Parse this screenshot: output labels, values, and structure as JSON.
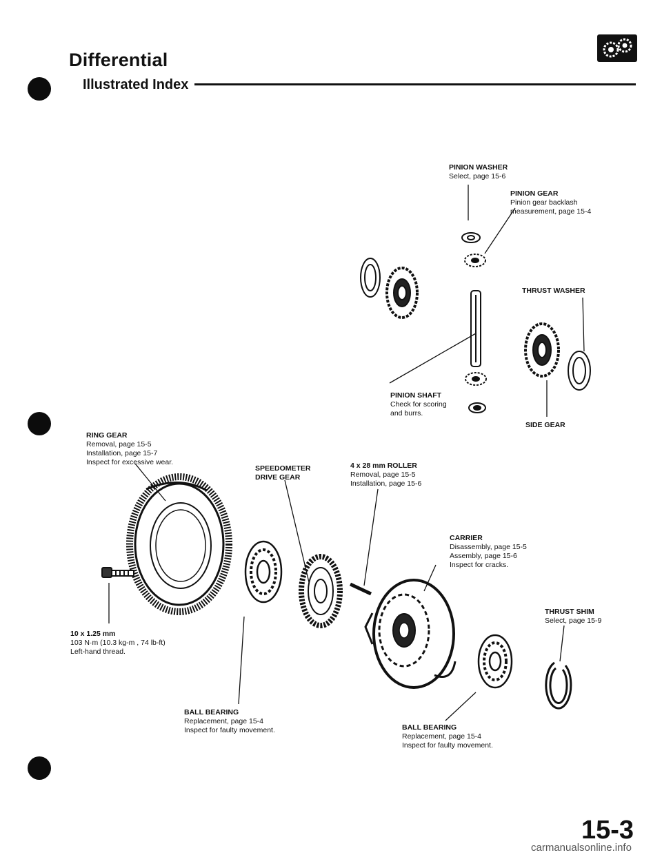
{
  "header": {
    "title": "Differential",
    "subtitle": "Illustrated Index"
  },
  "logo": {
    "icon": "transmission-gears-icon"
  },
  "labels": {
    "pinion_washer": {
      "heading": "PINION WASHER",
      "lines": [
        "Select, page 15-6"
      ]
    },
    "pinion_gear": {
      "heading": "PINION GEAR",
      "lines": [
        "Pinion gear backlash",
        "measurement, page 15-4"
      ]
    },
    "thrust_washer": {
      "heading": "THRUST WASHER",
      "lines": []
    },
    "pinion_shaft": {
      "heading": "PINION SHAFT",
      "lines": [
        "Check for scoring",
        "and burrs."
      ]
    },
    "side_gear": {
      "heading": "SIDE GEAR",
      "lines": []
    },
    "ring_gear": {
      "heading": "RING GEAR",
      "lines": [
        "Removal, page 15-5",
        "Installation, page 15-7",
        "Inspect for excessive wear."
      ]
    },
    "speedometer": {
      "heading": "SPEEDOMETER",
      "lines": [
        "DRIVE GEAR"
      ]
    },
    "roller": {
      "heading": "4 x 28 mm ROLLER",
      "lines": [
        "Removal, page 15-5",
        "Installation, page 15-6"
      ]
    },
    "carrier": {
      "heading": "CARRIER",
      "lines": [
        "Disassembly, page 15-5",
        "Assembly, page 15-6",
        "Inspect for cracks."
      ]
    },
    "thrust_shim": {
      "heading": "THRUST SHIM",
      "lines": [
        "Select, page 15-9"
      ]
    },
    "bolt": {
      "heading": "10 x 1.25 mm",
      "lines": [
        "103 N·m (10.3 kg-m , 74 lb-ft)",
        "Left-hand thread."
      ]
    },
    "ball_bearing_left": {
      "heading": "BALL BEARING",
      "lines": [
        "Replacement, page 15-4",
        "Inspect for faulty movement."
      ]
    },
    "ball_bearing_right": {
      "heading": "BALL BEARING",
      "lines": [
        "Replacement, page 15-4",
        "Inspect for faulty movement."
      ]
    }
  },
  "page_number": "15-3",
  "footer": "carmanualsonline.info"
}
